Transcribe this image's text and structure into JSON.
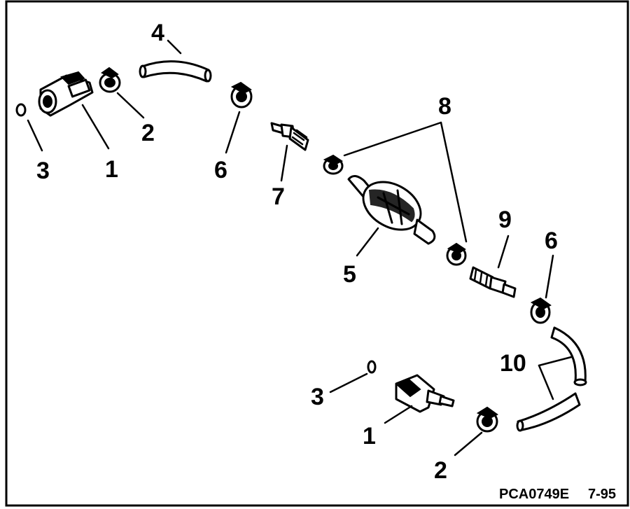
{
  "diagram": {
    "callouts": [
      {
        "id": "c-3a",
        "text": "3"
      },
      {
        "id": "c-1a",
        "text": "1"
      },
      {
        "id": "c-2a",
        "text": "2"
      },
      {
        "id": "c-4",
        "text": "4"
      },
      {
        "id": "c-6a",
        "text": "6"
      },
      {
        "id": "c-7",
        "text": "7"
      },
      {
        "id": "c-8",
        "text": "8"
      },
      {
        "id": "c-5",
        "text": "5"
      },
      {
        "id": "c-9",
        "text": "9"
      },
      {
        "id": "c-6b",
        "text": "6"
      },
      {
        "id": "c-10",
        "text": "10"
      },
      {
        "id": "c-3b",
        "text": "3"
      },
      {
        "id": "c-1b",
        "text": "1"
      },
      {
        "id": "c-2b",
        "text": "2"
      }
    ],
    "caption_code": "PCA0749E",
    "caption_page": "7-95"
  }
}
